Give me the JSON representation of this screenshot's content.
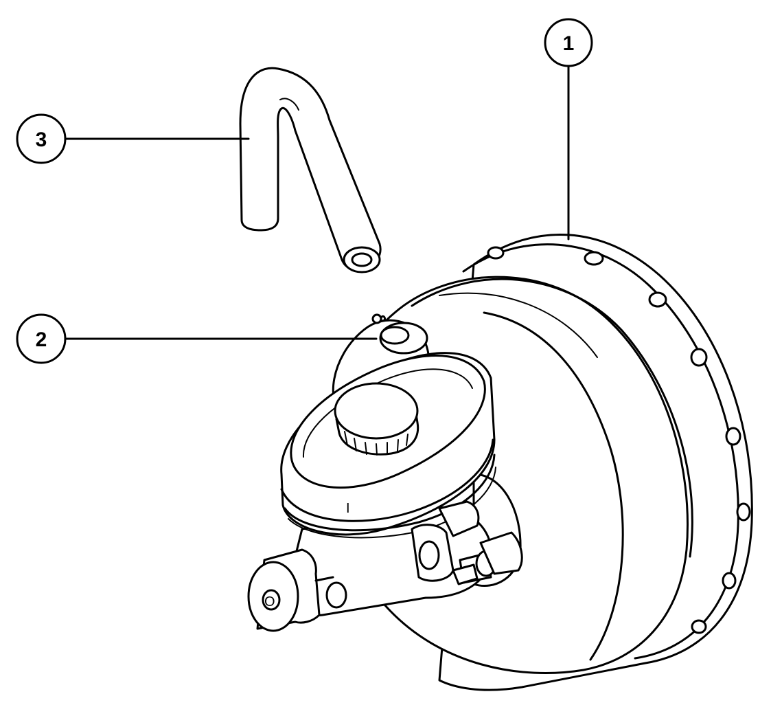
{
  "callouts": [
    {
      "id": "callout-1",
      "label": "1"
    },
    {
      "id": "callout-2",
      "label": "2"
    },
    {
      "id": "callout-3",
      "label": "3"
    }
  ],
  "reservoir_mark": "I",
  "port_mark": "O"
}
